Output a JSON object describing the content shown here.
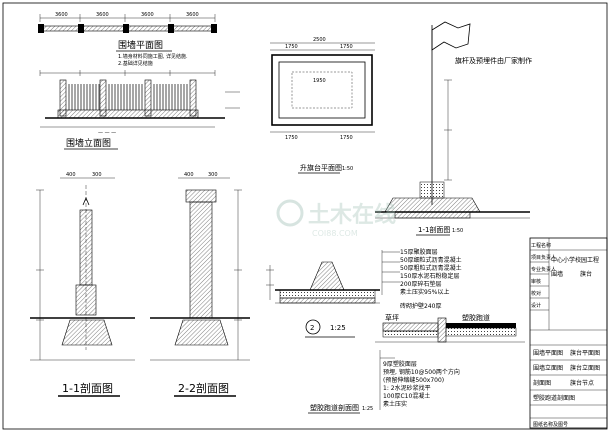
{
  "titles": {
    "wall_plan": "围墙平面图",
    "wall_elevation": "围墙立面图",
    "platform_plan": "升旗台平面图",
    "platform_plan_scale": "1:50",
    "flagpole_note": "旗杆及预埋件由厂家制作",
    "section_11": "1-1剖面图",
    "section_11_scale": "1:50",
    "wall_section_11": "1-1剖面图",
    "wall_section_22": "2-2剖面图",
    "detail_no": "2",
    "detail_scale": "1:25",
    "track_section": "塑胶跑道剖面图",
    "track_section_scale": "1:25",
    "track_label": "塑胶跑道",
    "lawn_label": "草坪",
    "curb_note": "砖砌护壁240厚"
  },
  "layers_track_top": [
    "15厚聚胶面层",
    "50厚细粒式沥青混凝土",
    "50厚粗粒式沥青混凝土",
    "150厚水泥石粉稳定层",
    "200厚碎石垫层",
    "素土压实95%以上"
  ],
  "layers_base": [
    "9厚塑胶面层",
    "预埋, 钢筋10@500两个方向",
    "(预留伸缩缝500x700)",
    "1: 2水泥砂浆找平",
    "100厚C10混凝土",
    "素土压实"
  ],
  "wall_plan_notes": [
    "1.墙身材料同施工图, 详见结施.",
    "2.基础详见结施"
  ],
  "dimensions": {
    "plan_total": "2500",
    "plan_top": [
      "1750",
      "1750"
    ],
    "plan_inner": "1950",
    "plan_bottom": [
      "1750",
      "1750"
    ],
    "wall_segment": "3600",
    "section_w": [
      "400",
      "300"
    ]
  },
  "title_block": {
    "header_rows": [
      "工程名称",
      "项目负责人",
      "专业负责人",
      "审核",
      "校对",
      "设计"
    ],
    "project_name": "中心小学校园工程",
    "sub_project_a": "围墙",
    "sub_project_b": "旗台",
    "drawing_names": [
      [
        "围墙平面图",
        "旗台平面图"
      ],
      [
        "围墙立面图",
        "旗台立面图"
      ],
      [
        "剖面图",
        "旗台节点"
      ],
      [
        "塑胶跑道剖面图",
        ""
      ]
    ],
    "footer": "图纸名称及图号"
  },
  "watermark": {
    "main": "土木在线",
    "sub": "COI88.COM"
  }
}
